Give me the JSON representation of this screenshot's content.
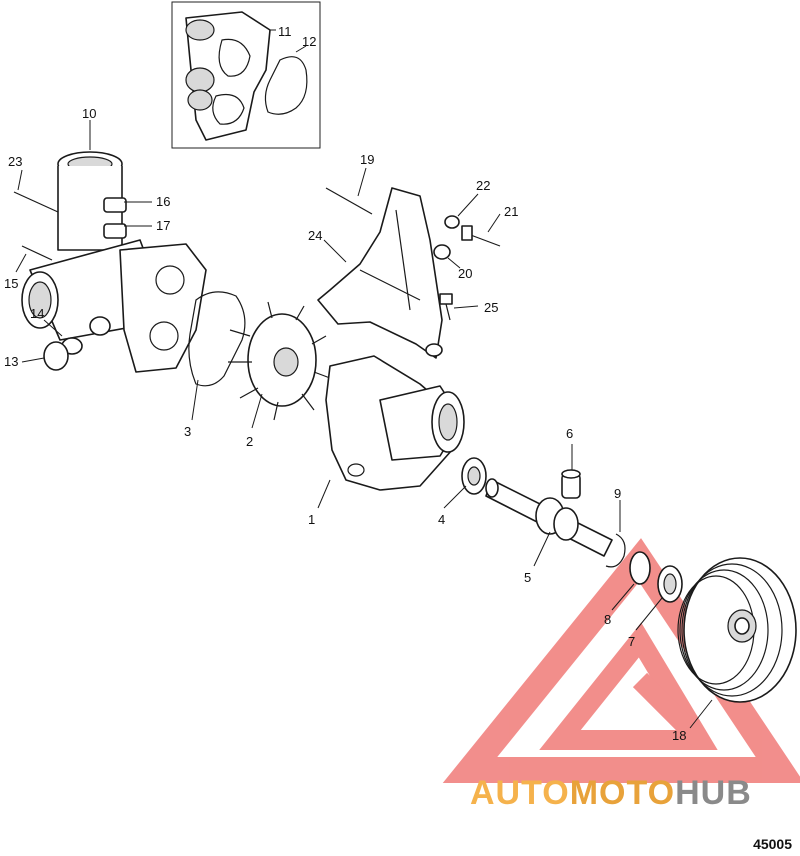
{
  "callouts": {
    "c1": "1",
    "c2": "2",
    "c3": "3",
    "c4": "4",
    "c5": "5",
    "c6": "6",
    "c7": "7",
    "c8": "8",
    "c9": "9",
    "c10": "10",
    "c11": "11",
    "c12": "12",
    "c13": "13",
    "c14": "14",
    "c15": "15",
    "c16": "16",
    "c17": "17",
    "c18": "18",
    "c19": "19",
    "c20": "20",
    "c21": "21",
    "c22": "22",
    "c23": "23",
    "c24": "24",
    "c25": "25"
  },
  "figure_number": "45005",
  "watermark": {
    "part1": "AUTO",
    "part2": "MOTO",
    "part3": "HUB"
  },
  "colors": {
    "watermark_red": "#e8322e",
    "watermark_orange": "#f5b24c",
    "watermark_gray": "#8a8a8a"
  }
}
